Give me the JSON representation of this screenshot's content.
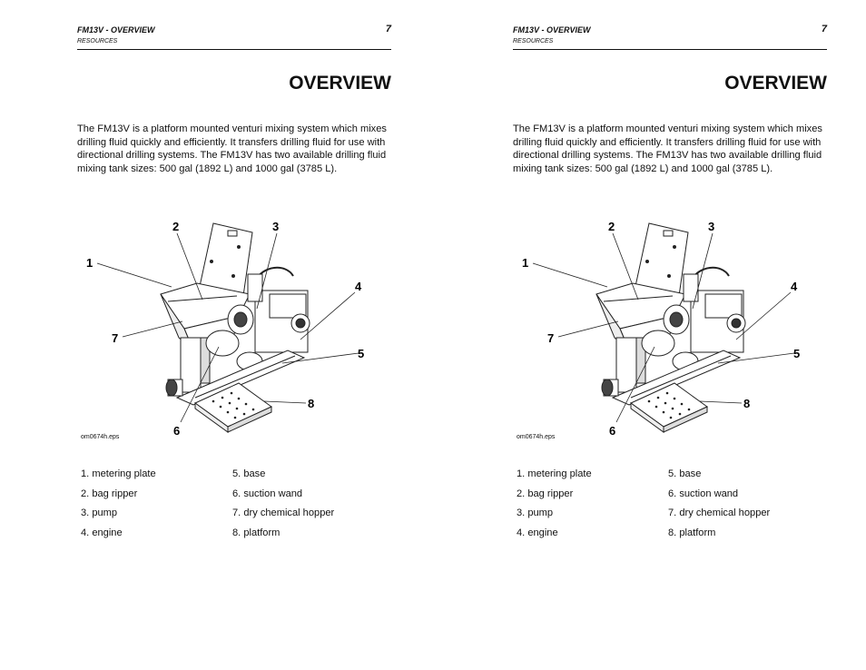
{
  "pages": [
    {
      "header": {
        "title": "FM13V - OVERVIEW",
        "subtitle": "RESOURCES",
        "page_number": "7"
      },
      "heading": "OVERVIEW",
      "paragraph": "The FM13V is a platform mounted venturi mixing system which mixes drilling fluid quickly and efficiently. It transfers drilling fluid for use with directional drilling systems. The FM13V has two available drilling fluid mixing tank sizes: 500 gal (1892 L) and 1000 gal (3785 L).",
      "figure": {
        "reference": "om0674h.eps",
        "callouts": [
          "1",
          "2",
          "3",
          "4",
          "5",
          "6",
          "7",
          "8"
        ]
      },
      "legend": [
        "1. metering plate",
        "2. bag ripper",
        "3. pump",
        "4. engine",
        "5. base",
        "6. suction wand",
        "7. dry chemical hopper",
        "8. platform"
      ]
    },
    {
      "header": {
        "title": "FM13V - OVERVIEW",
        "subtitle": "RESOURCES",
        "page_number": "7"
      },
      "heading": "OVERVIEW",
      "paragraph": "The FM13V is a platform mounted venturi mixing system which mixes drilling fluid quickly and efficiently. It transfers drilling fluid for use with directional drilling systems. The FM13V has two available drilling fluid mixing tank sizes: 500 gal (1892 L) and 1000 gal (3785 L).",
      "figure": {
        "reference": "om0674h.eps",
        "callouts": [
          "1",
          "2",
          "3",
          "4",
          "5",
          "6",
          "7",
          "8"
        ]
      },
      "legend": [
        "1. metering plate",
        "2. bag ripper",
        "3. pump",
        "4. engine",
        "5. base",
        "6. suction wand",
        "7. dry chemical hopper",
        "8. platform"
      ]
    }
  ]
}
